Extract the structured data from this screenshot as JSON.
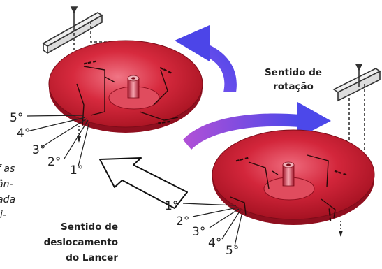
{
  "colors": {
    "disc": "#cc1f32",
    "disc_dark": "#8d0f1f",
    "arrow_blue": "#5a49e8",
    "arrow_purple": "#9b4ad6",
    "line": "#222222"
  },
  "labels": {
    "rotation_line1": "Sentido de",
    "rotation_line2": "rotação",
    "travel_line1": "Sentido de",
    "travel_line2": "deslocamento",
    "travel_line3": "do Lancer"
  },
  "left_disc_positions": [
    "5°",
    "4°",
    "3°",
    "2°",
    "1°"
  ],
  "right_disc_positions": [
    "1°",
    "2°",
    "3°",
    "4°",
    "5°"
  ],
  "cropped_text": [
    "f as",
    "ân-",
    "ada",
    "li-"
  ]
}
